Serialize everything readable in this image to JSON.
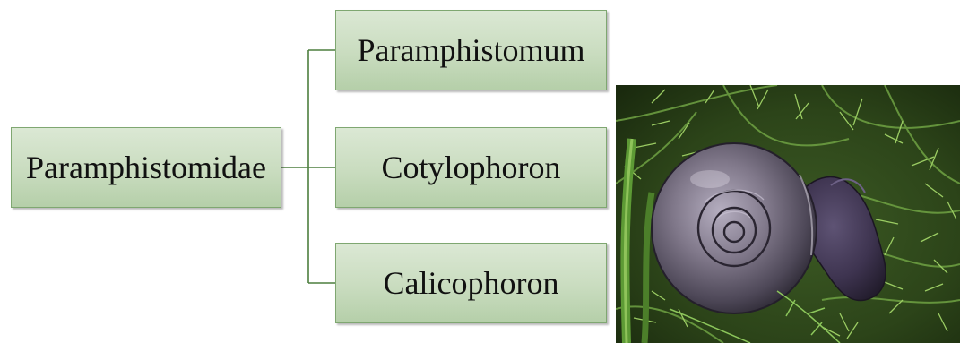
{
  "diagram": {
    "root": {
      "label": "Paramphistomidae"
    },
    "children": [
      {
        "label": "Paramphistomum"
      },
      {
        "label": "Cotylophoron"
      },
      {
        "label": "Calicophoron"
      }
    ],
    "colors": {
      "box_fill": "#c9dcbf",
      "box_border": "#7fa771",
      "connector": "#4d7f3e"
    }
  },
  "photo": {
    "subject": "freshwater snail among green aquatic plants"
  }
}
